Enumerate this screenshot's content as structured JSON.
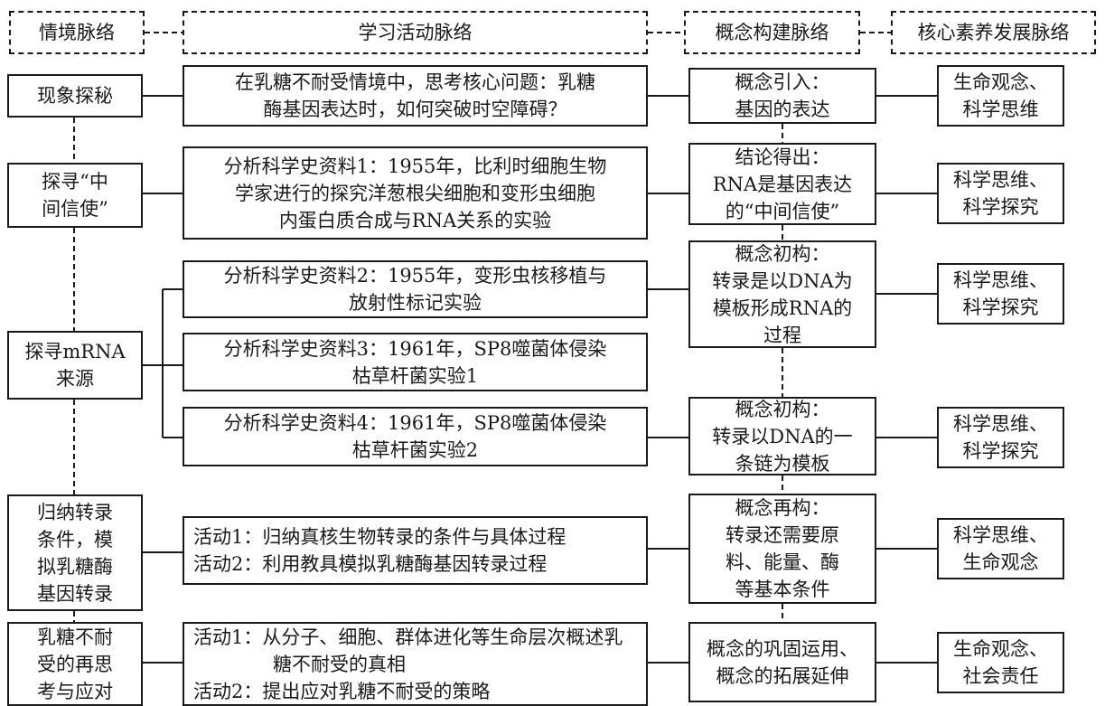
{
  "headers": {
    "context": "情境脉络",
    "activity": "学习活动脉络",
    "concept": "概念构建脉络",
    "literacy": "核心素养发展脉络"
  },
  "contexts": [
    "现象探秘",
    "探寻“中\n间信使”",
    "探寻mRNA\n来源",
    "归纳转录\n条件，模\n拟乳糖酶\n基因转录",
    "乳糖不耐\n受的再思\n考与应对"
  ],
  "activities": {
    "a1": "在乳糖不耐受情境中，思考核心问题：乳糖\n酶基因表达时，如何突破时空障碍？",
    "a2": "分析科学史资料1：1955年，比利时细胞生物\n学家进行的探究洋葱根尖细胞和变形虫细胞\n内蛋白质合成与RNA关系的实验",
    "a3": "分析科学史资料2：1955年，变形虫核移植与\n放射性标记实验",
    "a4": "分析科学史资料3：1961年，SP8噬菌体侵染\n枯草杆菌实验1",
    "a5": "分析科学史资料4：1961年，SP8噬菌体侵染\n枯草杆菌实验2",
    "a6": [
      "活动1：归纳真核生物转录的条件与具体过程",
      "活动2：利用教具模拟乳糖酶基因转录过程"
    ],
    "a7": [
      "活动1：从分子、细胞、群体进化等生命层次概述乳糖不耐受的真相",
      "活动2：提出应对乳糖不耐受的策略"
    ]
  },
  "concepts": [
    "概念引入：\n基因的表达",
    "结论得出：\nRNA是基因表达\n的“中间信使”",
    "概念初构：\n转录是以DNA为\n模板形成RNA的\n过程",
    "概念初构：\n转录以DNA的一\n条链为模板",
    "概念再构：\n转录还需要原\n料、能量、酶\n等基本条件",
    "概念的巩固运用、\n概念的拓展延伸"
  ],
  "literacy": [
    "生命观念、\n科学思维",
    "科学思维、\n科学探究",
    "科学思维、\n科学探究",
    "科学思维、\n科学探究",
    "科学思维、\n生命观念",
    "生命观念、\n社会责任"
  ]
}
